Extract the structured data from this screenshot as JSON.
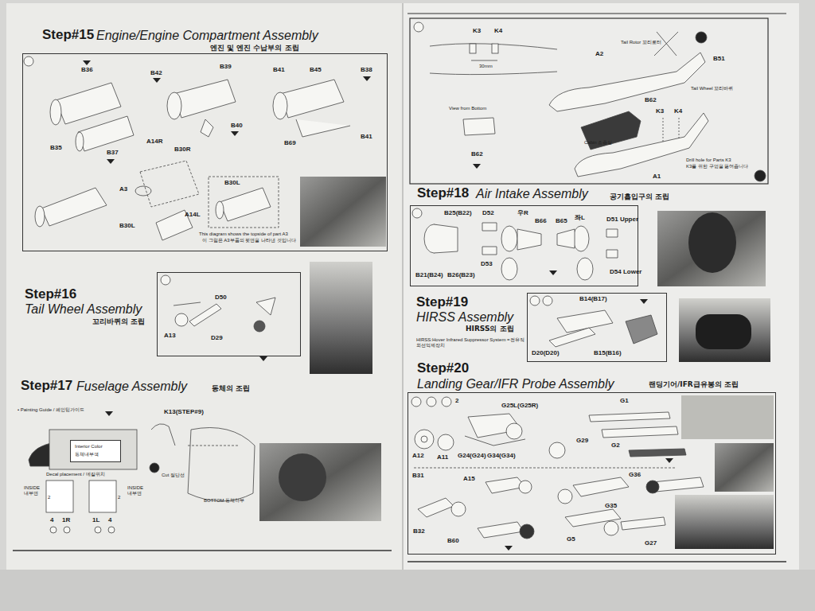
{
  "diagram": {
    "nodes": [
      {
        "text": [
          "Step#15",
          "Engine/Engine Compartment Assembly",
          "엔진 및 엔진 수납부의 조립"
        ]
      },
      {
        "text": [
          "Step#16",
          "Tail Wheel Assembly",
          "꼬리바퀴의 조립"
        ]
      },
      {
        "text": [
          "Interior Color",
          "동체내부색"
        ]
      },
      {
        "text": [
          "Step#18",
          "Air Intake Assembly",
          "공기흡입구의 조립"
        ]
      },
      {
        "text": [
          "Step#19",
          "HIRSS Assembly",
          "HIRSS의 조립",
          "HIRSS:Hover Infrared Suppressor System =전유적외선억제장치"
        ]
      },
      {
        "text": [
          "Step#20",
          "Landing Gear/IFR Probe Assembly",
          "랜딩기어/IFR급유봉의 조립"
        ]
      }
    ],
    "labels": [
      "B36",
      "B35",
      "B37",
      "B42",
      "B39",
      "B40",
      "B41",
      "B45",
      "B38",
      "B69",
      "B41",
      "A14R",
      "B30R",
      "A3",
      "A14L",
      "B30L",
      "B30L",
      "This diagram shows the topside of part A3",
      "이 그림은 A3부품의 윗면을 나타낸 것입니다",
      "D50",
      "A13",
      "D29",
      "Step#17",
      "Fuselage Assembly",
      "동체의 조립",
      "• Painting Guide / 페인팅가이드",
      "Decal placement / 데칼위치",
      "INSIDE 내부면",
      "2",
      "2",
      "INSIDE 내부면",
      "4",
      "1R",
      "1L",
      "4",
      "K13(STEP#9)",
      "Cut 절단선",
      "BOTTOM 동체하부",
      "K3",
      "K4",
      "30mm",
      "View from Bottom",
      "B62",
      "Tail Rotor 꼬리로터",
      "A2",
      "B51",
      "Tail Wheel 꼬리바퀴",
      "B62",
      "Cabin 조종실",
      "K3",
      "K4",
      "Drill hole for Parts K3",
      "K3를 위한 구멍을 뚫어줍니다",
      "A1",
      "B25(B22)",
      "D52",
      "우R",
      "B66",
      "B65",
      "좌L",
      "D51 Upper",
      "D53",
      "B21(B24)",
      "B26(B23)",
      "D54 Lower",
      "B14(B17)",
      "D20(D20)",
      "B15(B16)",
      "2",
      "G25L(G25R)",
      "G1",
      "G29",
      "G2",
      "A12",
      "A11",
      "G24(G24)",
      "G34(G34)",
      "B31",
      "A15",
      "G36",
      "G35",
      "B32",
      "B60",
      "G5",
      "G27"
    ]
  }
}
